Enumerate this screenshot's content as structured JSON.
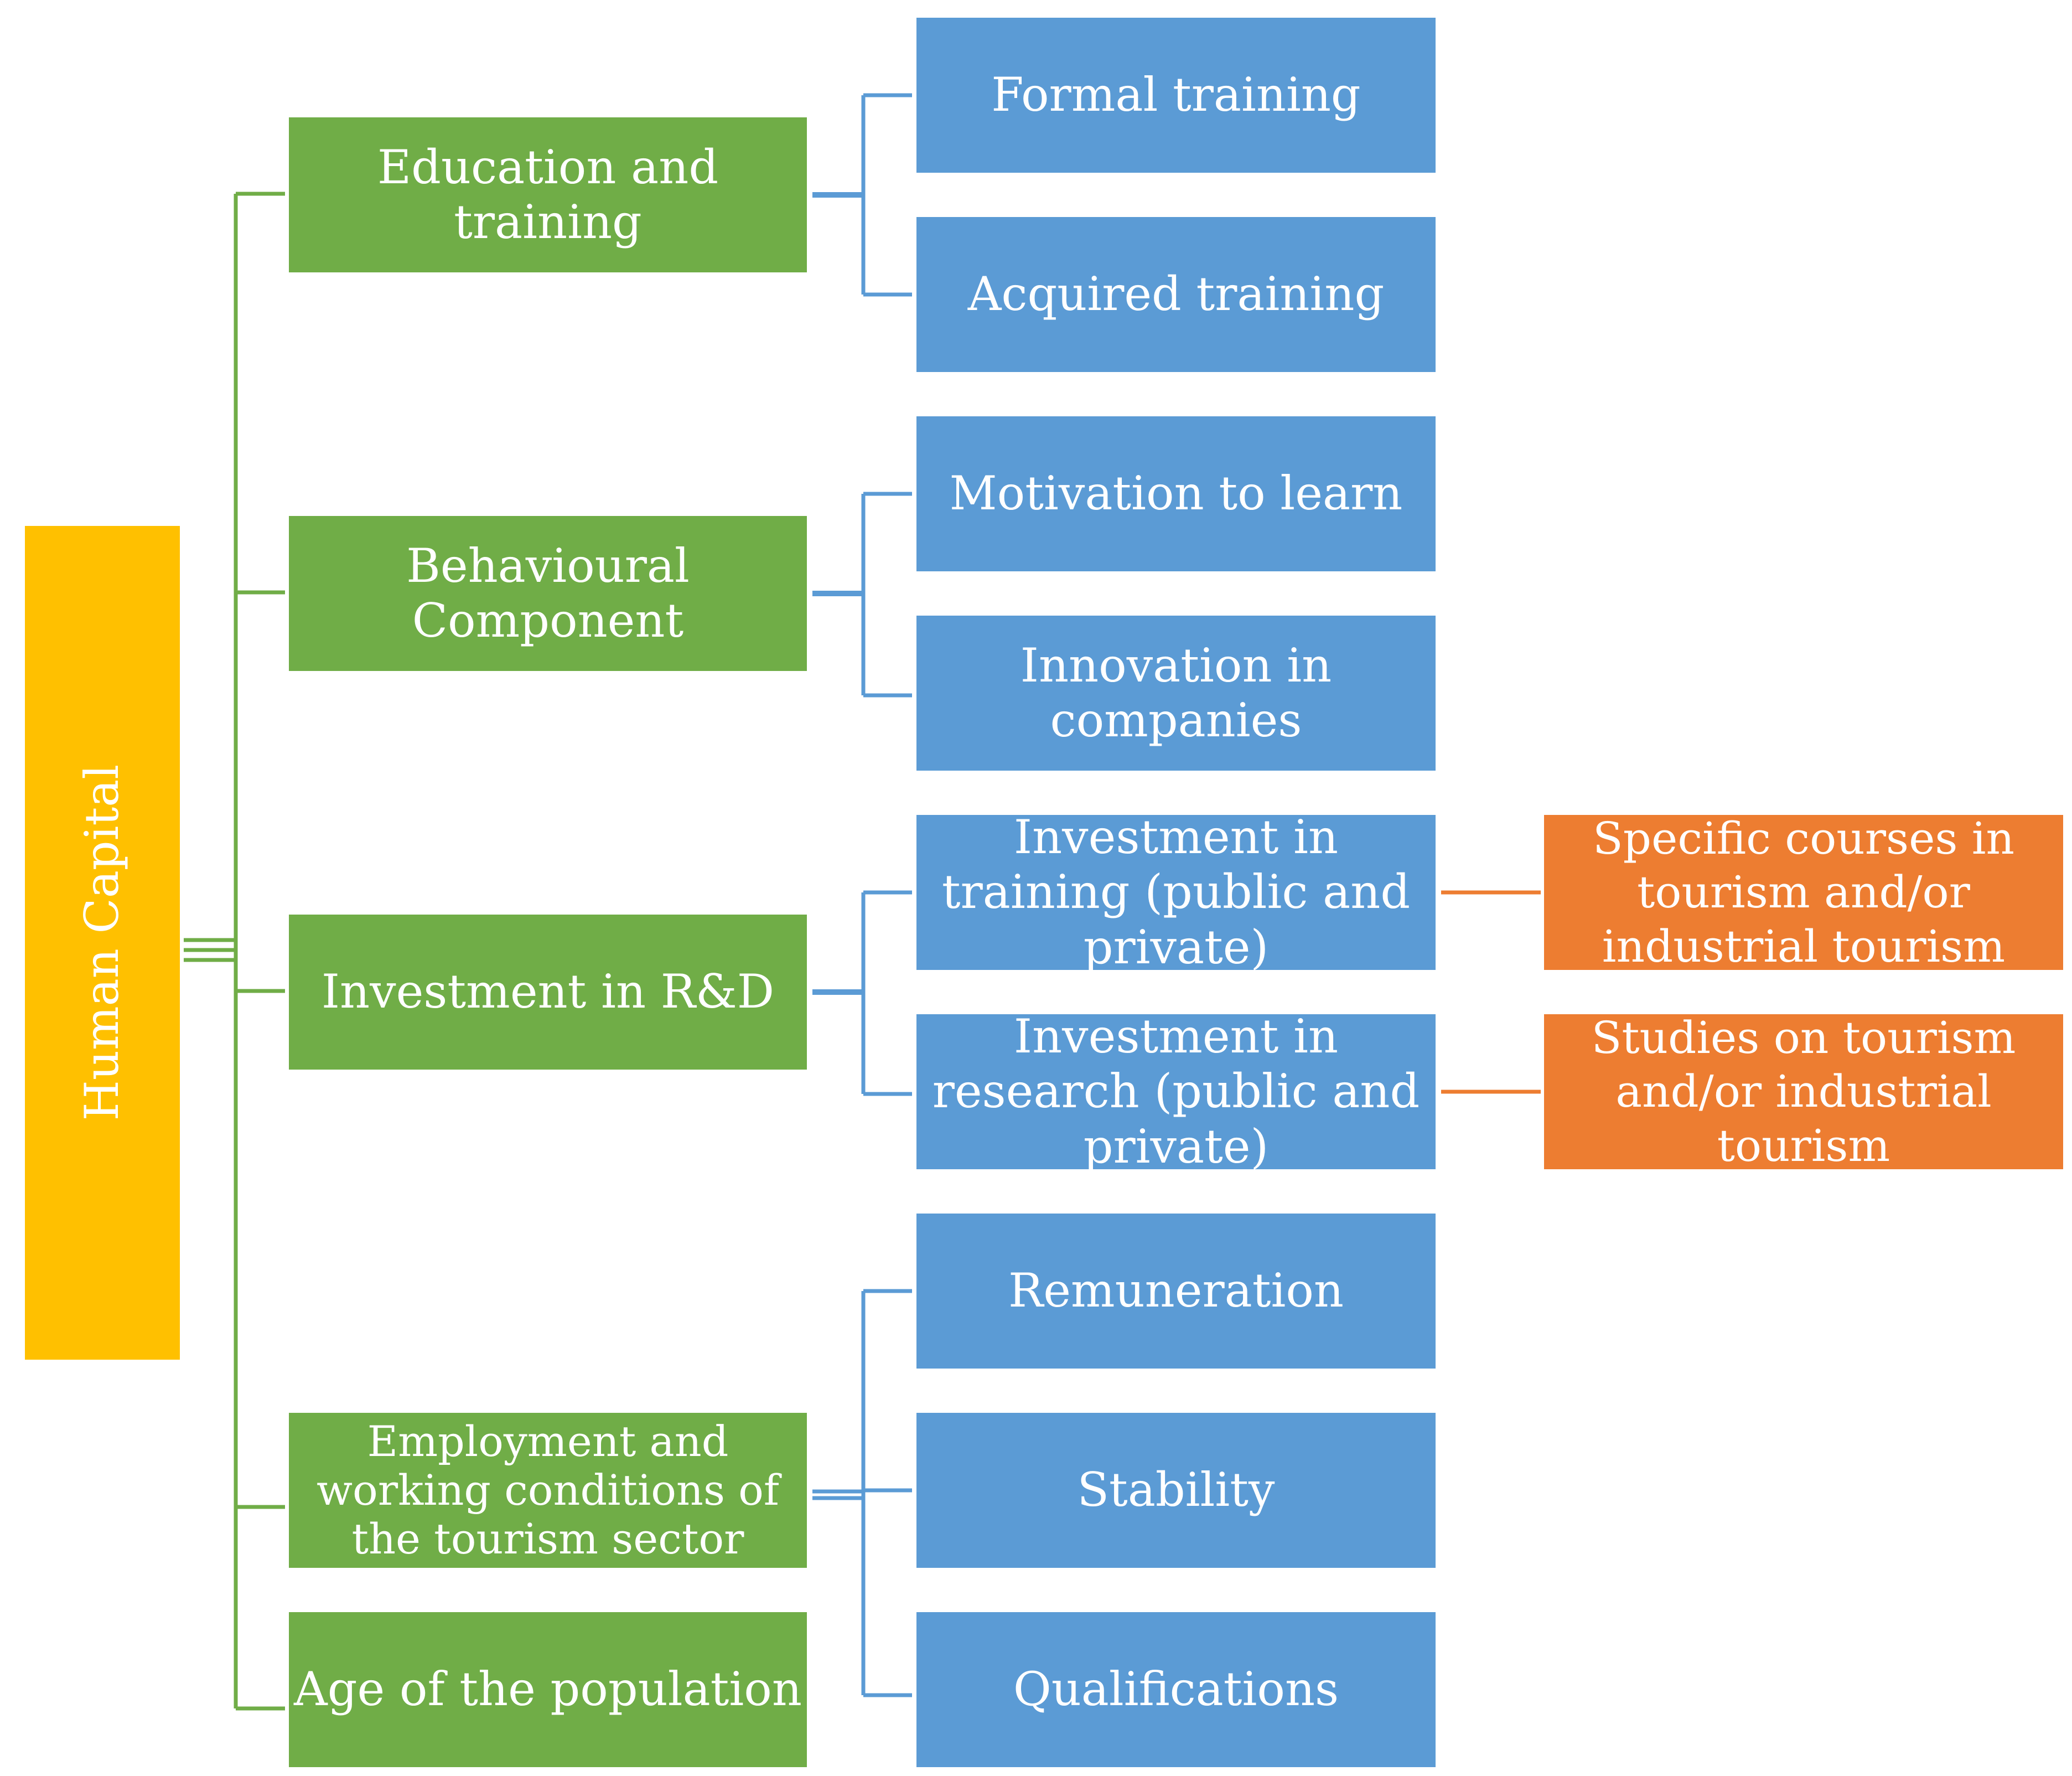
{
  "diagram": {
    "root": {
      "label": "Human Capital"
    },
    "categories": [
      {
        "id": "education",
        "label": "Education and training"
      },
      {
        "id": "behavioural",
        "label": "Behavioural Component"
      },
      {
        "id": "investment",
        "label": "Investment in R&D"
      },
      {
        "id": "employment",
        "label": "Employment and working conditions of the tourism sector"
      },
      {
        "id": "age",
        "label": "Age of the population"
      }
    ],
    "subitems": [
      {
        "id": "formal",
        "label": "Formal training",
        "parent": "education"
      },
      {
        "id": "acquired",
        "label": "Acquired training",
        "parent": "education"
      },
      {
        "id": "motivation",
        "label": "Motivation to learn",
        "parent": "behavioural"
      },
      {
        "id": "innovation",
        "label": "Innovation in companies",
        "parent": "behavioural"
      },
      {
        "id": "inv-training",
        "label": "Investment in training (public and private)",
        "parent": "investment"
      },
      {
        "id": "inv-research",
        "label": "Investment in research (public and private)",
        "parent": "investment"
      },
      {
        "id": "remuneration",
        "label": "Remuneration",
        "parent": "employment"
      },
      {
        "id": "stability",
        "label": "Stability",
        "parent": "employment"
      },
      {
        "id": "qualifications",
        "label": "Qualifications",
        "parent": "employment"
      }
    ],
    "details": [
      {
        "id": "specific-courses",
        "label": "Specific courses in tourism and/or industrial tourism",
        "parent": "inv-training"
      },
      {
        "id": "studies",
        "label": "Studies on tourism and/or industrial tourism",
        "parent": "inv-research"
      }
    ],
    "colors": {
      "root": "#FFC000",
      "category": "#70AD47",
      "subitem": "#5B9BD5",
      "detail": "#ED7D31",
      "category_connector": "#70AD47",
      "subitem_connector": "#5B9BD5",
      "detail_connector": "#ED7D31"
    }
  }
}
